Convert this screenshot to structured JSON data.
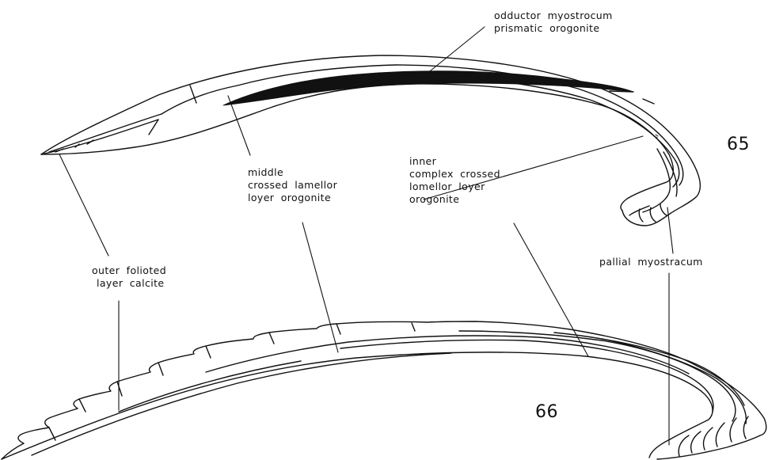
{
  "figures": {
    "fig65": "65",
    "fig66": "66"
  },
  "labels": {
    "adductor": [
      "odductor myostrocum",
      "prismatic orogonite"
    ],
    "middle": [
      "middle",
      "crossed lamellor",
      "loyer orogonite"
    ],
    "inner": [
      "inner",
      "complex crossed",
      "lomellor loyer",
      "orogonite"
    ],
    "outer": [
      "outer folioted",
      "layer calcite"
    ],
    "pallial": "pallial myostracum"
  }
}
